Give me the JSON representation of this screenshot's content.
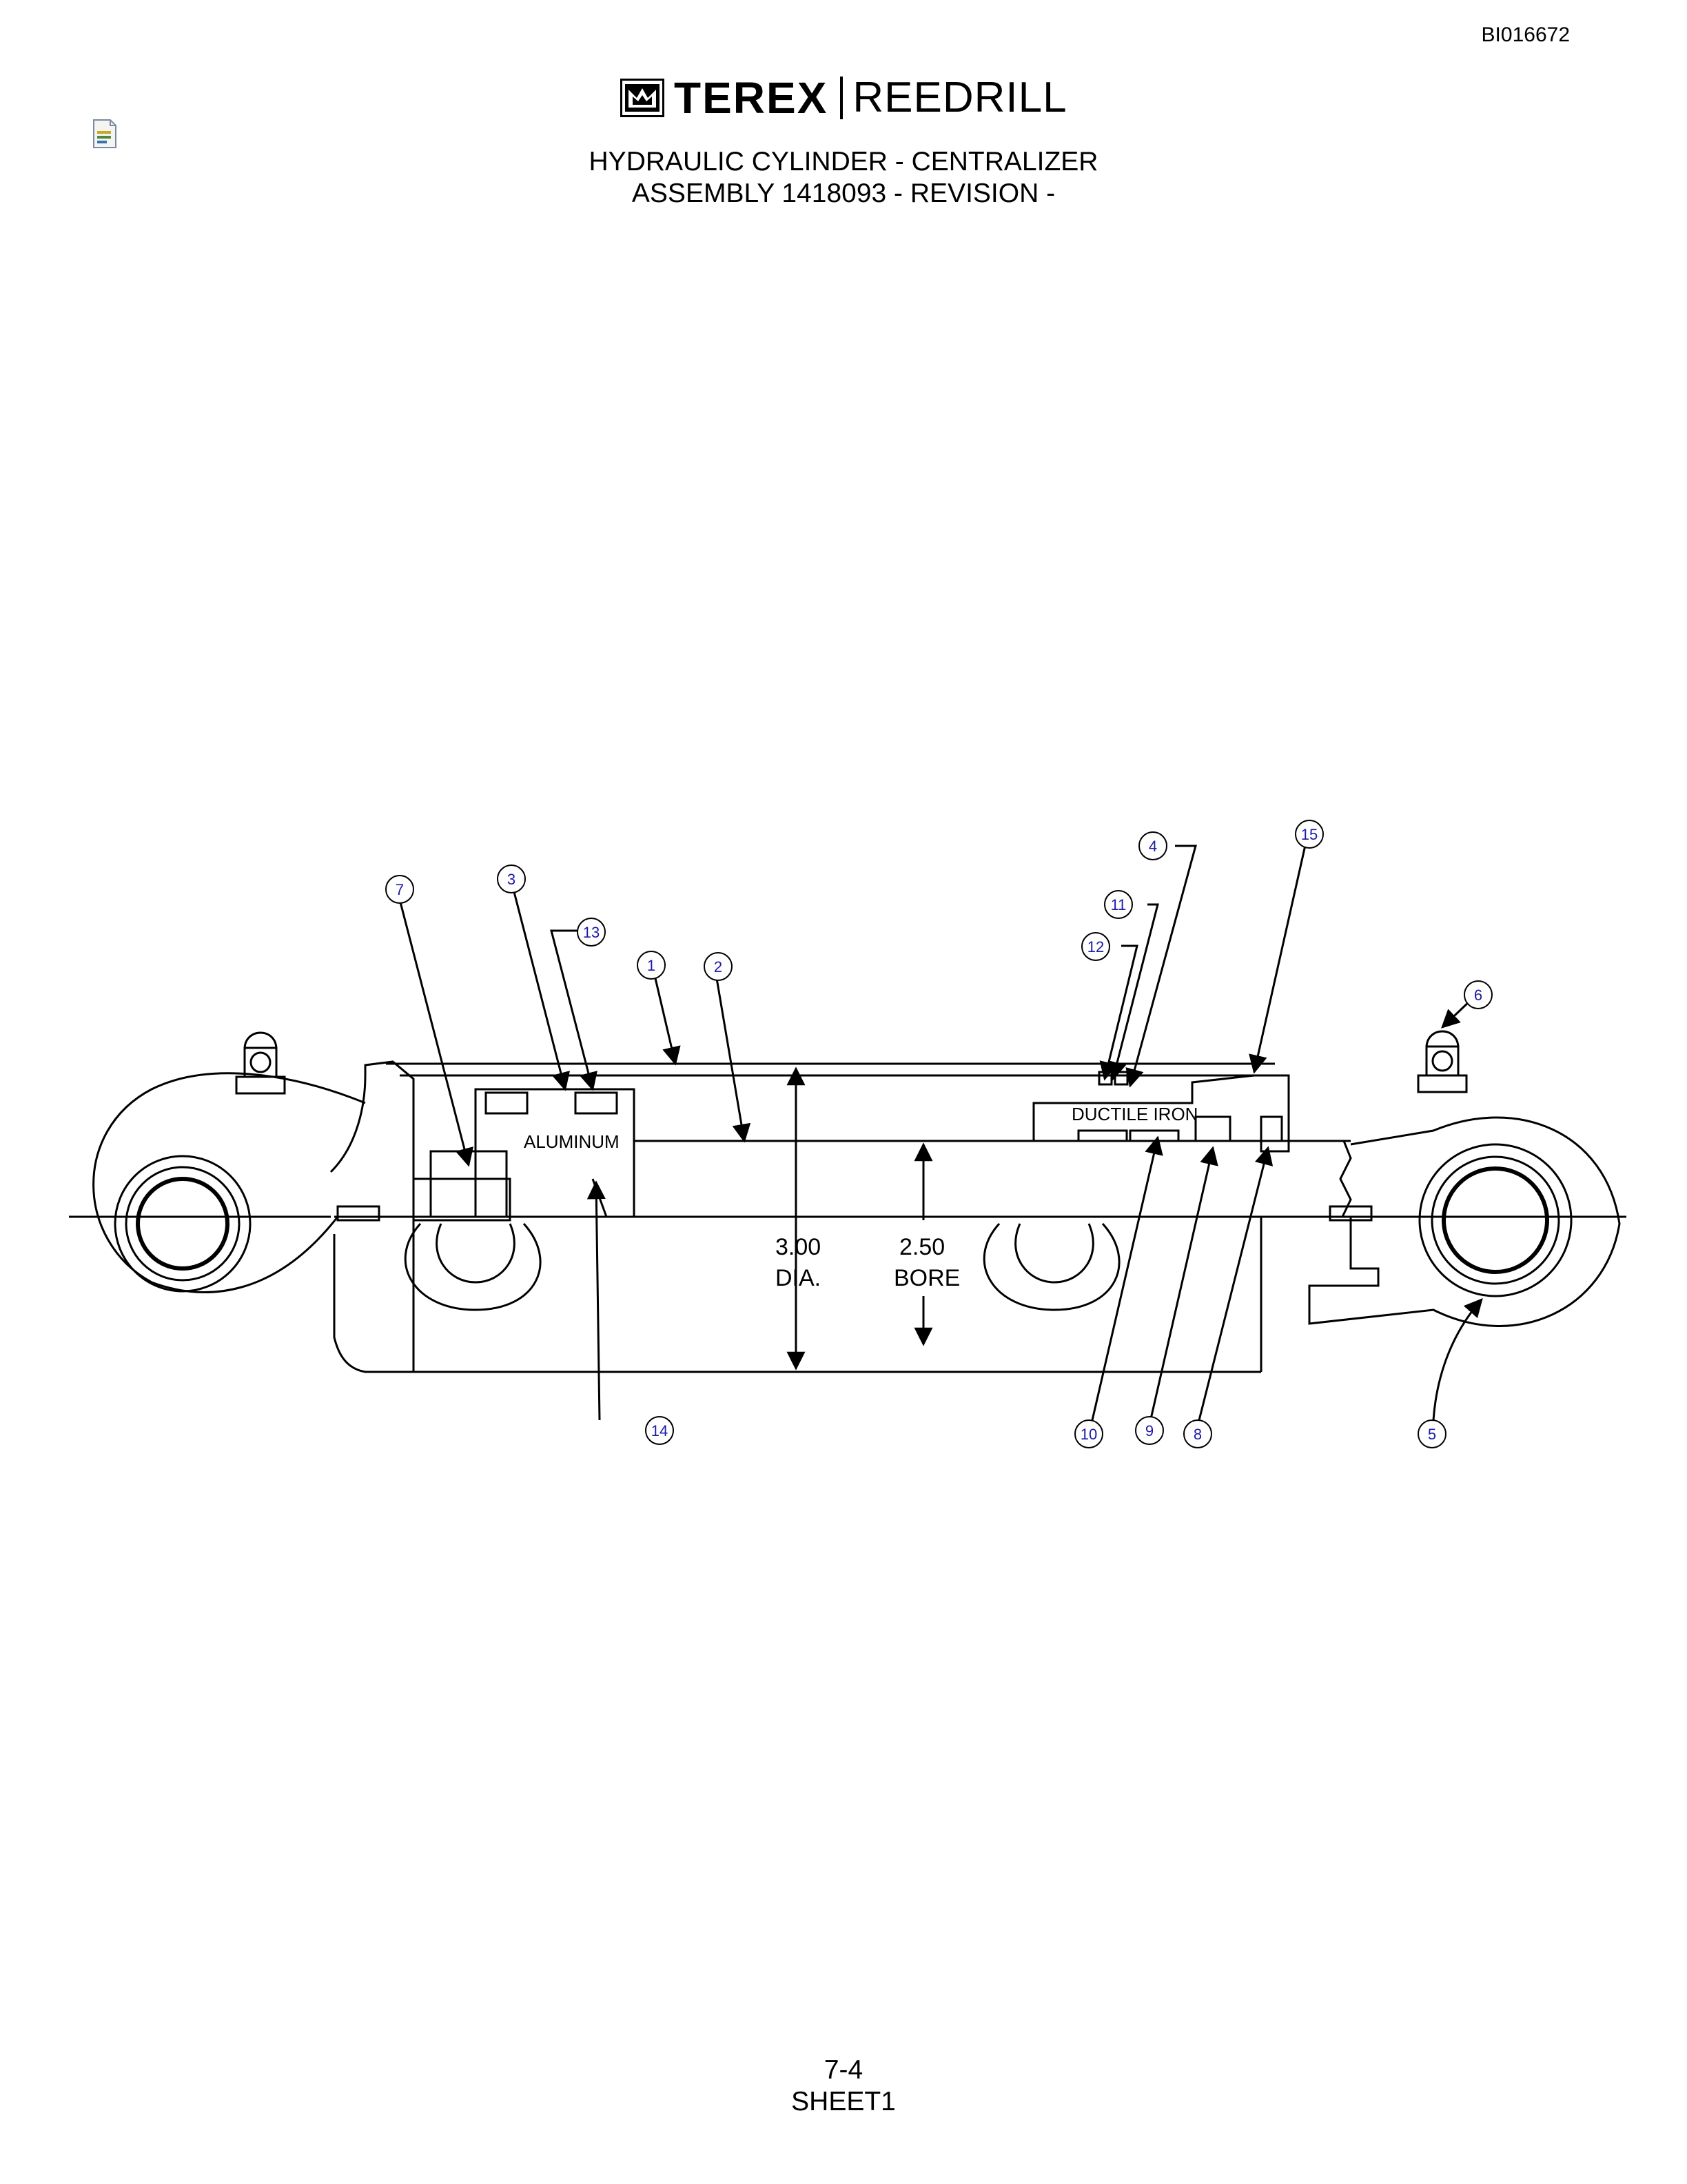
{
  "document": {
    "id": "BI016672",
    "brand_name": "TEREX",
    "brand_sub": "REEDRILL",
    "title_line1": "HYDRAULIC CYLINDER - CENTRALIZER",
    "title_line2": "ASSEMBLY 1418093 - REVISION -",
    "page_number": "7-4",
    "sheet": "SHEET1"
  },
  "diagram": {
    "material_labels": {
      "piston": "ALUMINUM",
      "gland": "DUCTILE IRON"
    },
    "dimensions": {
      "outer_value": "3.00",
      "outer_unit": "DIA.",
      "bore_value": "2.50",
      "bore_unit": "BORE"
    },
    "callouts": [
      "1",
      "2",
      "3",
      "4",
      "5",
      "6",
      "7",
      "8",
      "9",
      "10",
      "11",
      "12",
      "13",
      "14",
      "15"
    ]
  }
}
